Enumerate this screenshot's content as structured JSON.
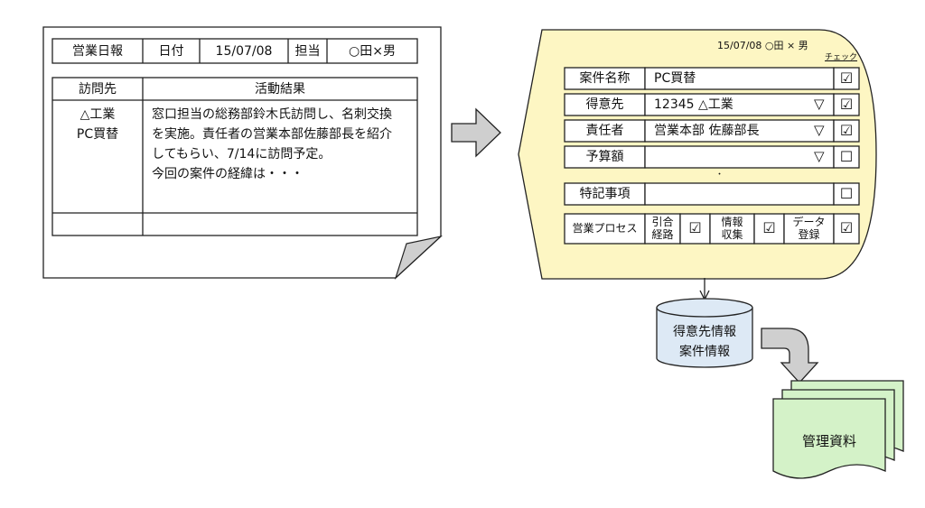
{
  "report": {
    "title": "営業日報",
    "date_label": "日付",
    "date_value": "15/07/08",
    "person_label": "担当",
    "person_value": "○田×男",
    "col_visit": "訪問先",
    "col_result": "活動結果",
    "visit_lines": [
      "△工業",
      "PC買替"
    ],
    "result_lines": [
      "窓口担当の総務部鈴木氏訪問し、名刺交換",
      "を実施。責任者の営業本部佐藤部長を紹介",
      "してもらい、7/14に訪問予定。",
      "今回の案件の経緯は・・・"
    ]
  },
  "form": {
    "header": "15/07/08 ○田 × 男",
    "check_header": "チェック",
    "rows": [
      {
        "label": "案件名称",
        "value": "PC買替",
        "checked": true,
        "dropdown": false
      },
      {
        "label": "得意先",
        "value": "12345 △工業",
        "checked": true,
        "dropdown": true
      },
      {
        "label": "責任者",
        "value": "営業本部 佐藤部長",
        "checked": true,
        "dropdown": true
      },
      {
        "label": "予算額",
        "value": "",
        "checked": false,
        "dropdown": true
      }
    ],
    "dot": "・",
    "note_label": "特記事項",
    "process_label": "営業プロセス",
    "process_items": [
      {
        "l1": "引合",
        "l2": "経路",
        "checked": true
      },
      {
        "l1": "情報",
        "l2": "収集",
        "checked": true
      },
      {
        "l1": "データ",
        "l2": "登録",
        "checked": true
      }
    ],
    "checked_glyph": "☑",
    "unchecked_glyph": "☐",
    "dropdown_glyph": "▽"
  },
  "database": {
    "line1": "得意先情報",
    "line2": "案件情報"
  },
  "output": {
    "label": "管理資料"
  },
  "colors": {
    "form_fill": "#fdf6c3",
    "db_fill": "#dde9f5",
    "doc_fill": "#d4f2c8",
    "arrow_fill": "#c8c8c8"
  }
}
